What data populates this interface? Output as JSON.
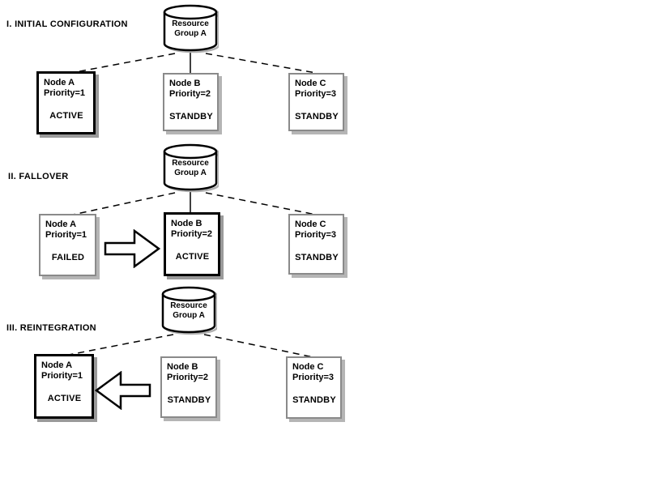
{
  "diagram": {
    "resource_label": {
      "line1": "Resource",
      "line2": "Group A"
    },
    "icons": {
      "resource_cylinder": "database-cylinder",
      "fallover_arrow": "block-arrow-right",
      "reintegration_arrow": "block-arrow-left"
    },
    "colors": {
      "line": "#000000",
      "active_border": "#000000",
      "standby_border": "#8a8a8a",
      "shadow": "#9a9a9a",
      "background": "#ffffff"
    },
    "sections": [
      {
        "title": "I. INITIAL CONFIGURATION",
        "arrow": null,
        "nodes": [
          {
            "name": "Node A",
            "priority": "Priority=1",
            "status": "ACTIVE"
          },
          {
            "name": "Node B",
            "priority": "Priority=2",
            "status": "STANDBY"
          },
          {
            "name": "Node C",
            "priority": "Priority=3",
            "status": "STANDBY"
          }
        ]
      },
      {
        "title": "II. FALLOVER",
        "arrow": "right",
        "nodes": [
          {
            "name": "Node A",
            "priority": "Priority=1",
            "status": "FAILED"
          },
          {
            "name": "Node B",
            "priority": "Priority=2",
            "status": "ACTIVE"
          },
          {
            "name": "Node C",
            "priority": "Priority=3",
            "status": "STANDBY"
          }
        ]
      },
      {
        "title": "III. REINTEGRATION",
        "arrow": "left",
        "nodes": [
          {
            "name": "Node A",
            "priority": "Priority=1",
            "status": "ACTIVE"
          },
          {
            "name": "Node B",
            "priority": "Priority=2",
            "status": "STANDBY"
          },
          {
            "name": "Node C",
            "priority": "Priority=3",
            "status": "STANDBY"
          }
        ]
      }
    ]
  }
}
